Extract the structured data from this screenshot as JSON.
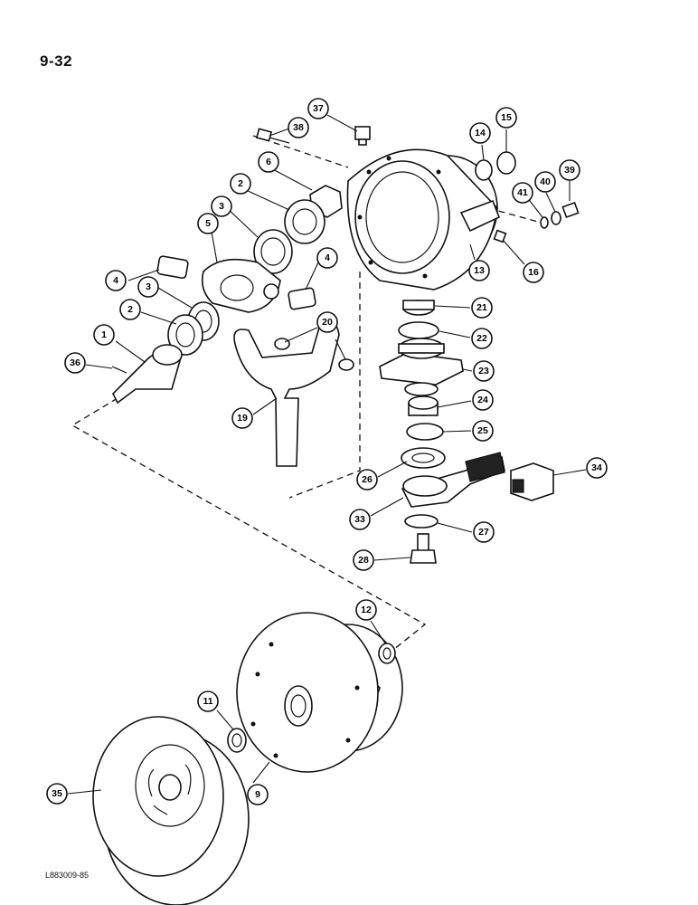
{
  "page_number": "9-32",
  "figure_code": "L883009-85",
  "callouts": [
    "1",
    "2",
    "2",
    "3",
    "3",
    "4",
    "4",
    "5",
    "6",
    "9",
    "11",
    "12",
    "13",
    "14",
    "15",
    "16",
    "19",
    "20",
    "21",
    "22",
    "23",
    "24",
    "25",
    "26",
    "27",
    "28",
    "33",
    "34",
    "35",
    "36",
    "37",
    "38",
    "39",
    "40",
    "41"
  ]
}
